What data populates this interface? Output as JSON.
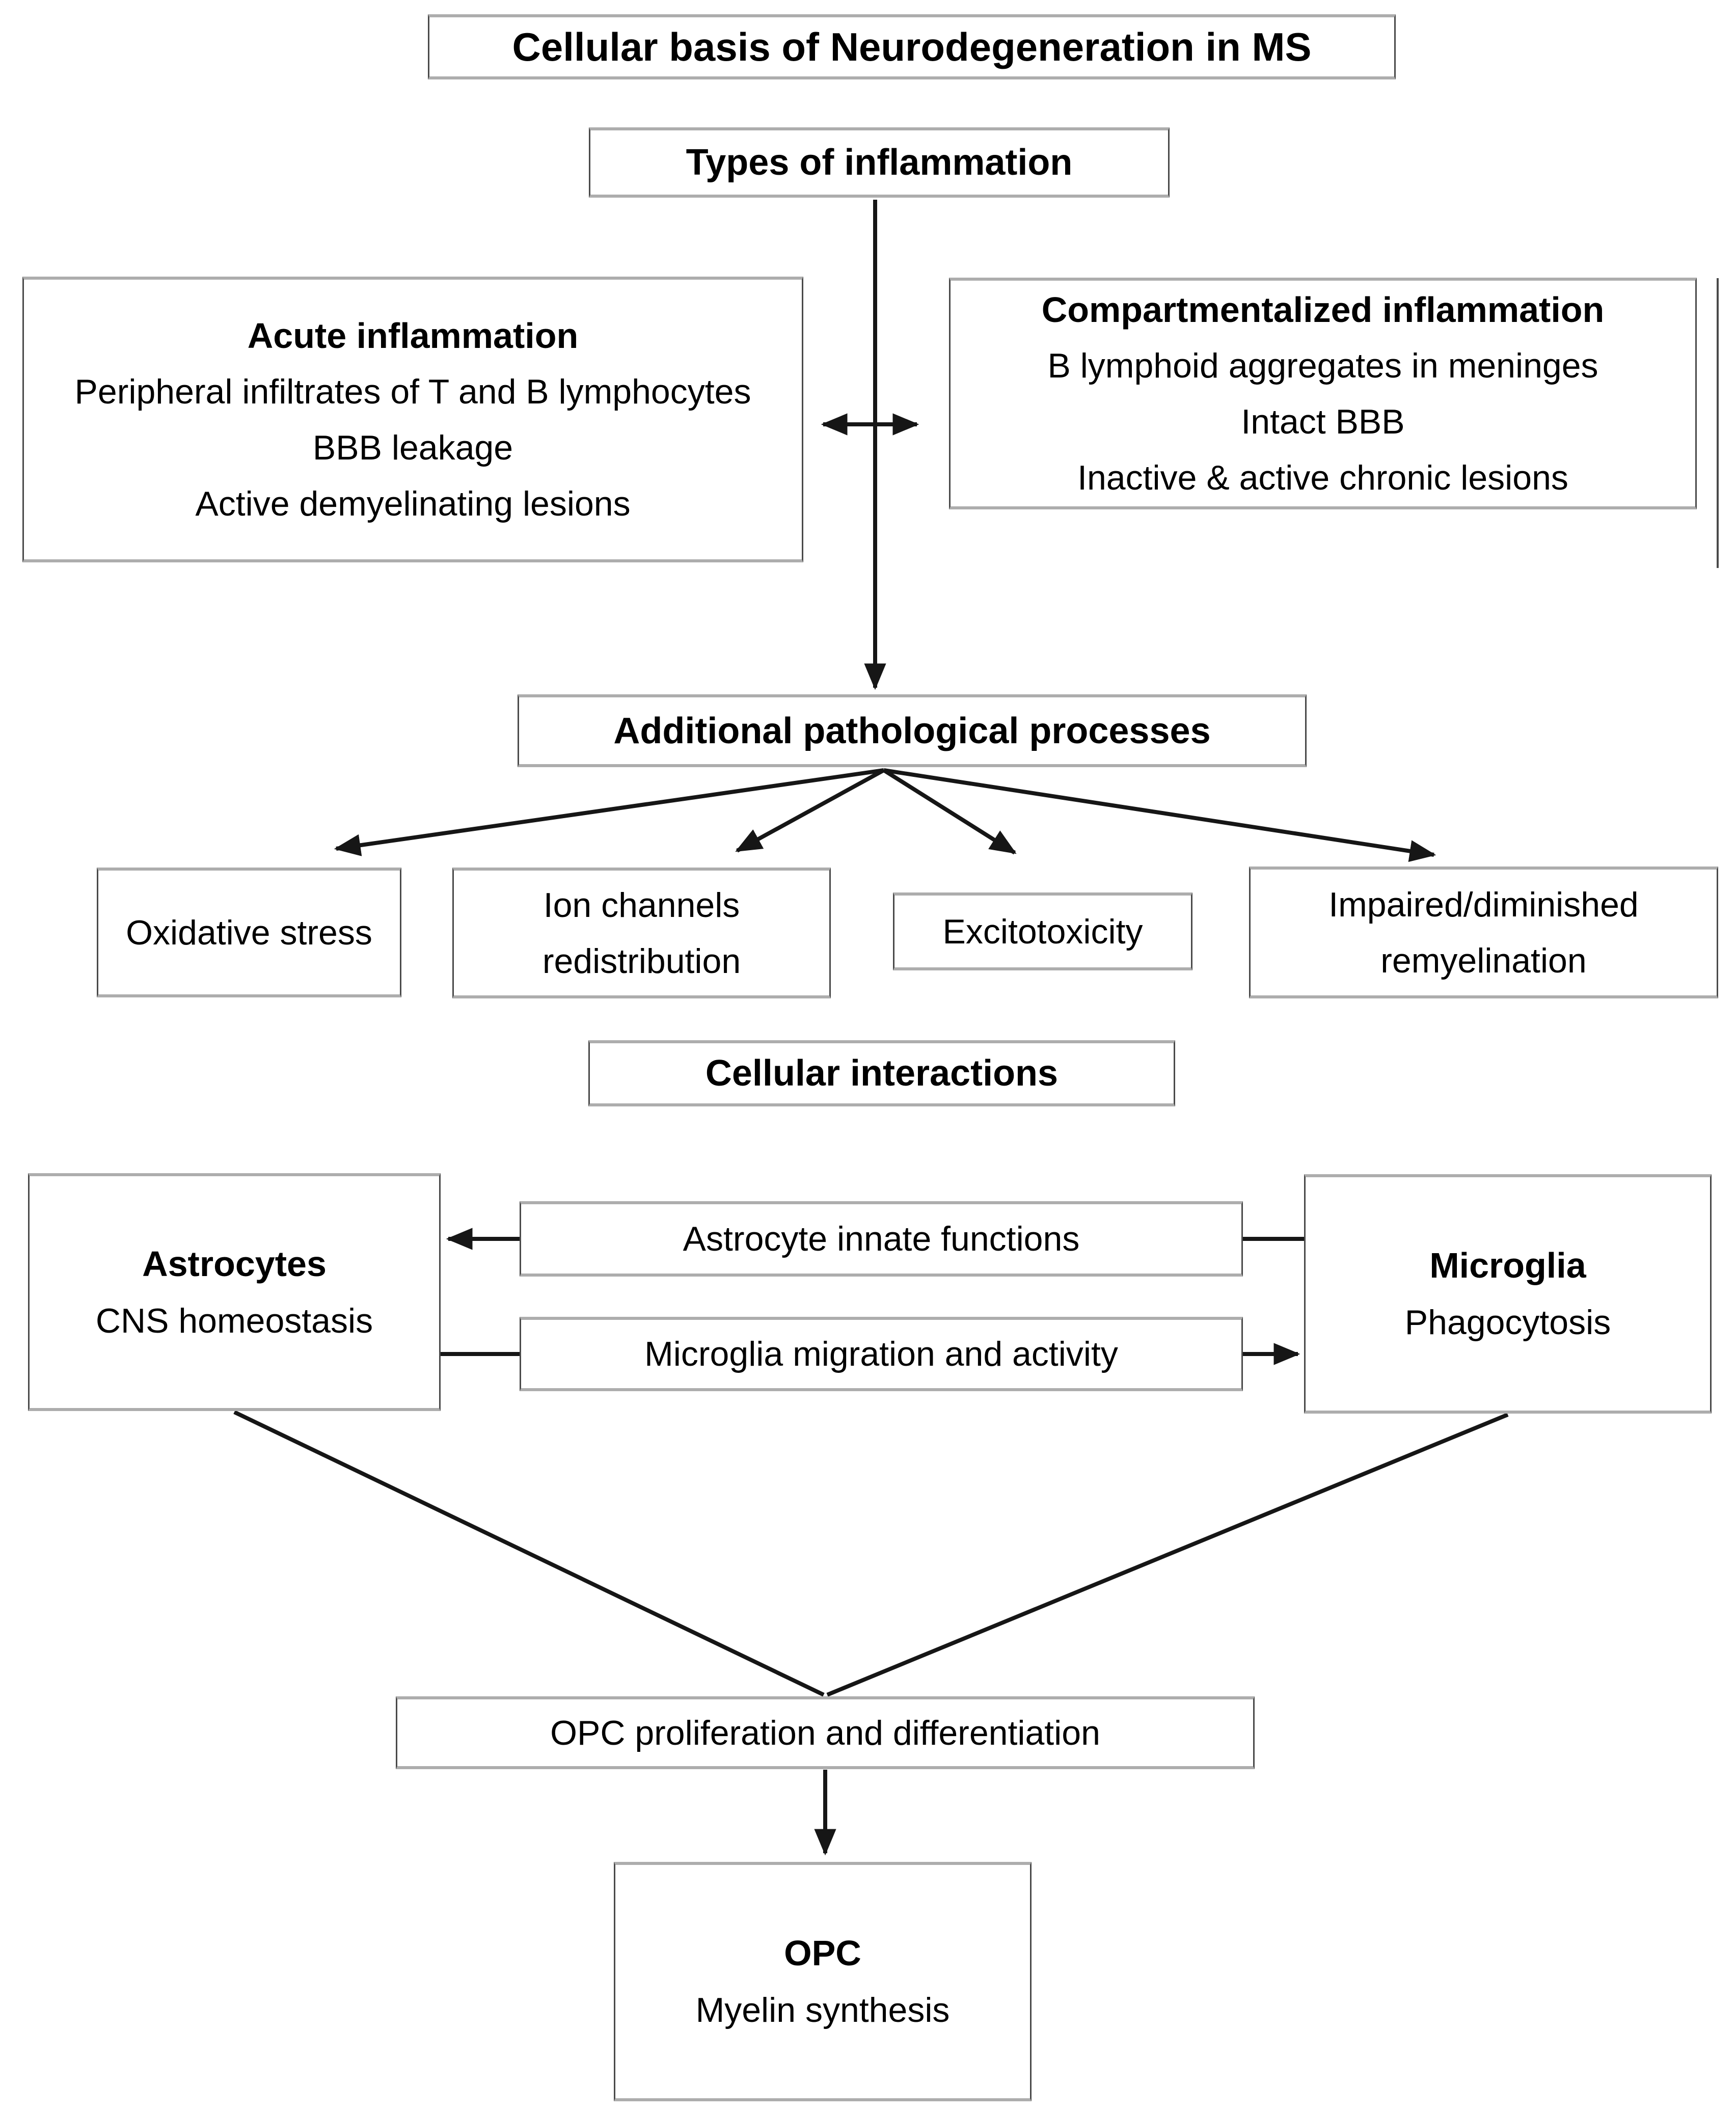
{
  "page": {
    "title": "Cellular basis of Neurodegeneration in MS",
    "inflammation": {
      "header": "Types of inflammation",
      "acute": {
        "title": "Acute inflammation",
        "lines": [
          "Peripheral infiltrates of T and B lymphocytes",
          "BBB leakage",
          "Active demyelinating lesions"
        ]
      },
      "compartmentalized": {
        "title": "Compartmentalized inflammation",
        "lines": [
          "B lymphoid aggregates in meninges",
          "Intact BBB",
          "Inactive & active chronic lesions"
        ]
      }
    },
    "pathology": {
      "header": "Additional pathological processes",
      "processes": [
        "Oxidative stress",
        "Ion channels redistribution",
        "Excitotoxicity",
        "Impaired/diminished remyelination"
      ]
    },
    "interactions": {
      "header": "Cellular interactions",
      "astrocytes": {
        "title": "Astrocytes",
        "subtitle": "CNS homeostasis"
      },
      "microglia": {
        "title": "Microglia",
        "subtitle": "Phagocytosis"
      },
      "astrocyte_innate_label": "Astrocyte innate functions",
      "microglia_migration_label": "Microglia migration and activity"
    },
    "opc": {
      "proliferation_label": "OPC proliferation and differentiation",
      "box": {
        "title": "OPC",
        "subtitle": "Myelin synthesis"
      }
    }
  },
  "colors": {
    "background": "#ffffff",
    "box_fill": "#ffffff",
    "box_border": "#4a4a4a",
    "box_edge_shadow": "#adadad",
    "arrow": "#161616",
    "text": "#000000"
  }
}
